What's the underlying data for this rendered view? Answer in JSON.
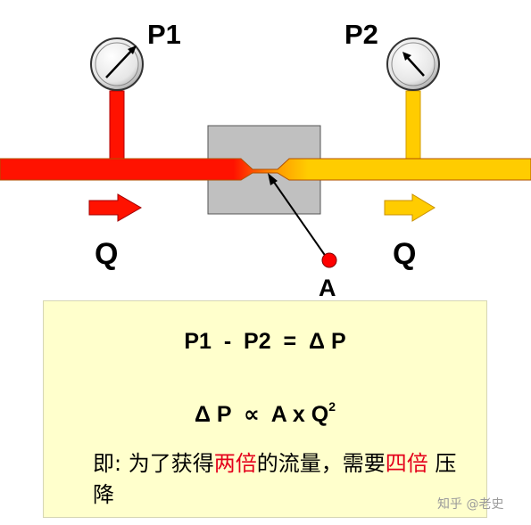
{
  "labels": {
    "p1": "P1",
    "p2": "P2",
    "q_left": "Q",
    "q_right": "Q",
    "point_a": "A"
  },
  "equations": {
    "line1": "P1  -  P2  =  Δ P",
    "line2_main": "Δ P  ∝  A x Q",
    "line2_exp": "2"
  },
  "note": {
    "prefix": "即: 为了获得",
    "em1": "两倍",
    "middle": "的流量，需要",
    "em2": "四倍",
    "suffix": " 压降"
  },
  "watermark": "知乎 @老史",
  "colors": {
    "upstream": "#ff1200",
    "downstream": "#ffcc00",
    "valve": "#c0c0c0",
    "box": "#ffffcc",
    "emphasis": "#e4001b"
  }
}
